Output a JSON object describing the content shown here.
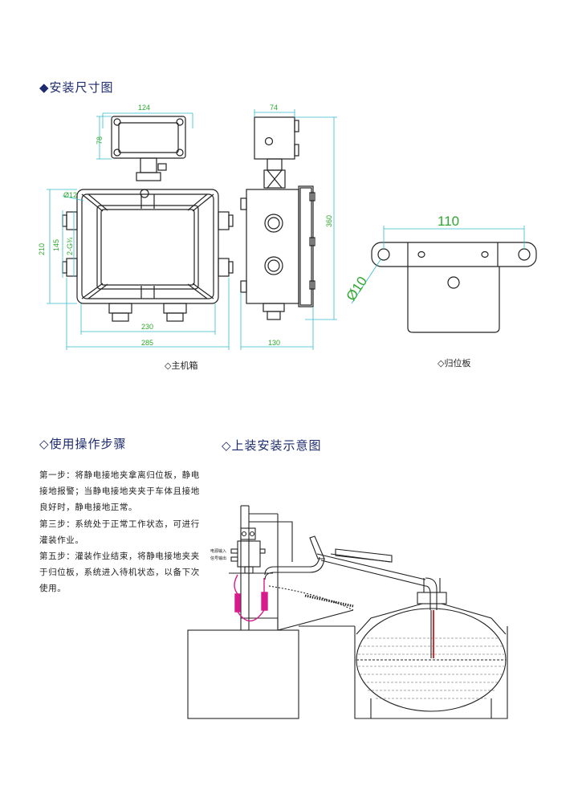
{
  "section_install": {
    "icon": "◆",
    "title": "安装尺寸图"
  },
  "dimensions": {
    "box_width": "124",
    "box_height": "78",
    "side_width": "74",
    "hole_dia": "Ø12",
    "total_height": "210",
    "inner_height": "145",
    "thread": "2-G¾",
    "inner_width": "230",
    "total_width": "285",
    "side_depth": "130",
    "side_height": "360",
    "plate_span": "110",
    "plate_hole": "Ø10"
  },
  "captions": {
    "main_box": "◇主机箱",
    "plate": "◇归位板"
  },
  "section_usage": {
    "title": "◇使用操作步骤"
  },
  "section_loading": {
    "title": "◇上装安装示意图"
  },
  "steps": [
    "第一步：将静电接地夹拿离归位板，静电接地报警；当静电接地夹夹于车体且接地良好时，静电接地正常。",
    "第三步：系统处于正常工作状态，可进行灌装作业。",
    "第五步：灌装作业结束，将静电接地夹夹于归位板，系统进入待机状态，以备下次使用。"
  ],
  "diagram_labels": {
    "label1": "电源输入",
    "label2": "信号输出"
  },
  "colors": {
    "heading": "#1e2a6e",
    "dimension": "#2ea82e",
    "extension_line": "#33bbcc",
    "clamp": "#d81b8c",
    "probe": "#d32f2f"
  }
}
